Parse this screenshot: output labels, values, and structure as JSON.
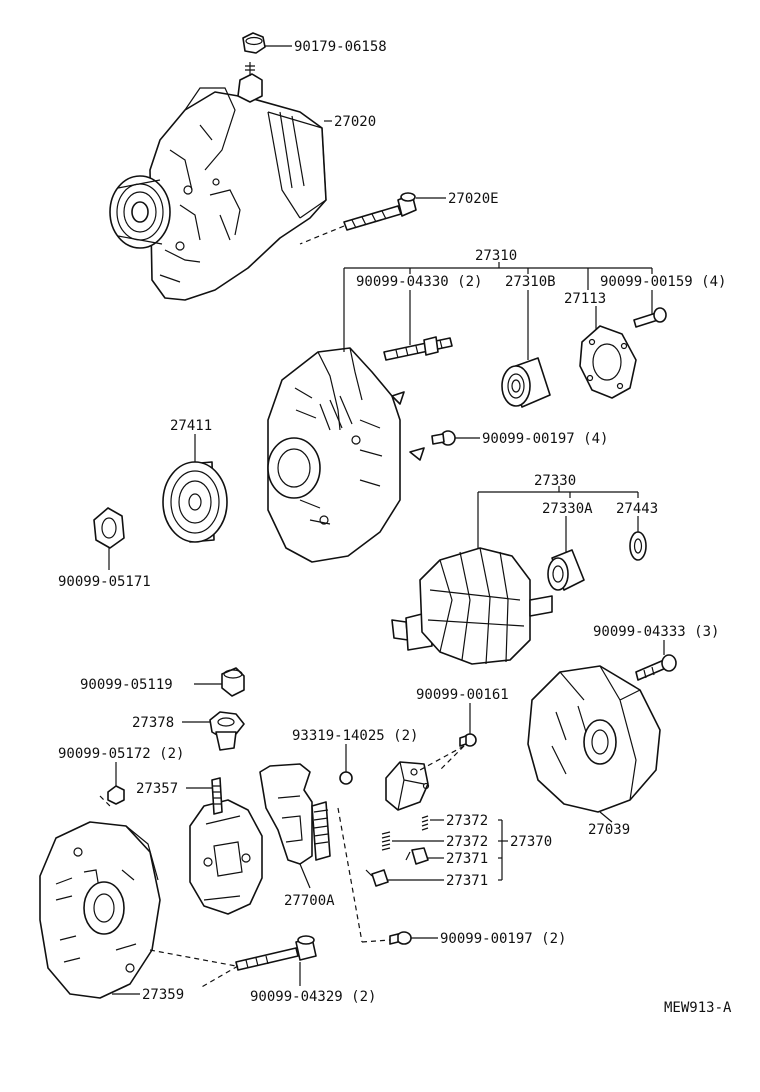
{
  "diagram_code": "MEW913-A",
  "labels": [
    {
      "id": "l01",
      "text": "90179-06158"
    },
    {
      "id": "l02",
      "text": "27020"
    },
    {
      "id": "l03",
      "text": "27020E"
    },
    {
      "id": "l04",
      "text": "27310"
    },
    {
      "id": "l05",
      "text": "90099-04330 (2)"
    },
    {
      "id": "l06",
      "text": "27310B"
    },
    {
      "id": "l07",
      "text": "90099-00159 (4)"
    },
    {
      "id": "l08",
      "text": "27113"
    },
    {
      "id": "l09",
      "text": "27411"
    },
    {
      "id": "l10",
      "text": "90099-00197 (4)"
    },
    {
      "id": "l11",
      "text": "27330"
    },
    {
      "id": "l12",
      "text": "27330A"
    },
    {
      "id": "l13",
      "text": "27443"
    },
    {
      "id": "l14",
      "text": "90099-05171"
    },
    {
      "id": "l15",
      "text": "90099-04333 (3)"
    },
    {
      "id": "l16",
      "text": "90099-05119"
    },
    {
      "id": "l17",
      "text": "90099-00161"
    },
    {
      "id": "l18",
      "text": "27378"
    },
    {
      "id": "l19",
      "text": "93319-14025 (2)"
    },
    {
      "id": "l20",
      "text": "90099-05172 (2)"
    },
    {
      "id": "l21",
      "text": "27357"
    },
    {
      "id": "l22",
      "text": "27372"
    },
    {
      "id": "l23",
      "text": "27372"
    },
    {
      "id": "l24",
      "text": "27370"
    },
    {
      "id": "l25",
      "text": "27039"
    },
    {
      "id": "l26",
      "text": "27371"
    },
    {
      "id": "l27",
      "text": "27371"
    },
    {
      "id": "l28",
      "text": "27700A"
    },
    {
      "id": "l29",
      "text": "90099-00197 (2)"
    },
    {
      "id": "l30",
      "text": "27359"
    },
    {
      "id": "l31",
      "text": "90099-04329 (2)"
    }
  ]
}
